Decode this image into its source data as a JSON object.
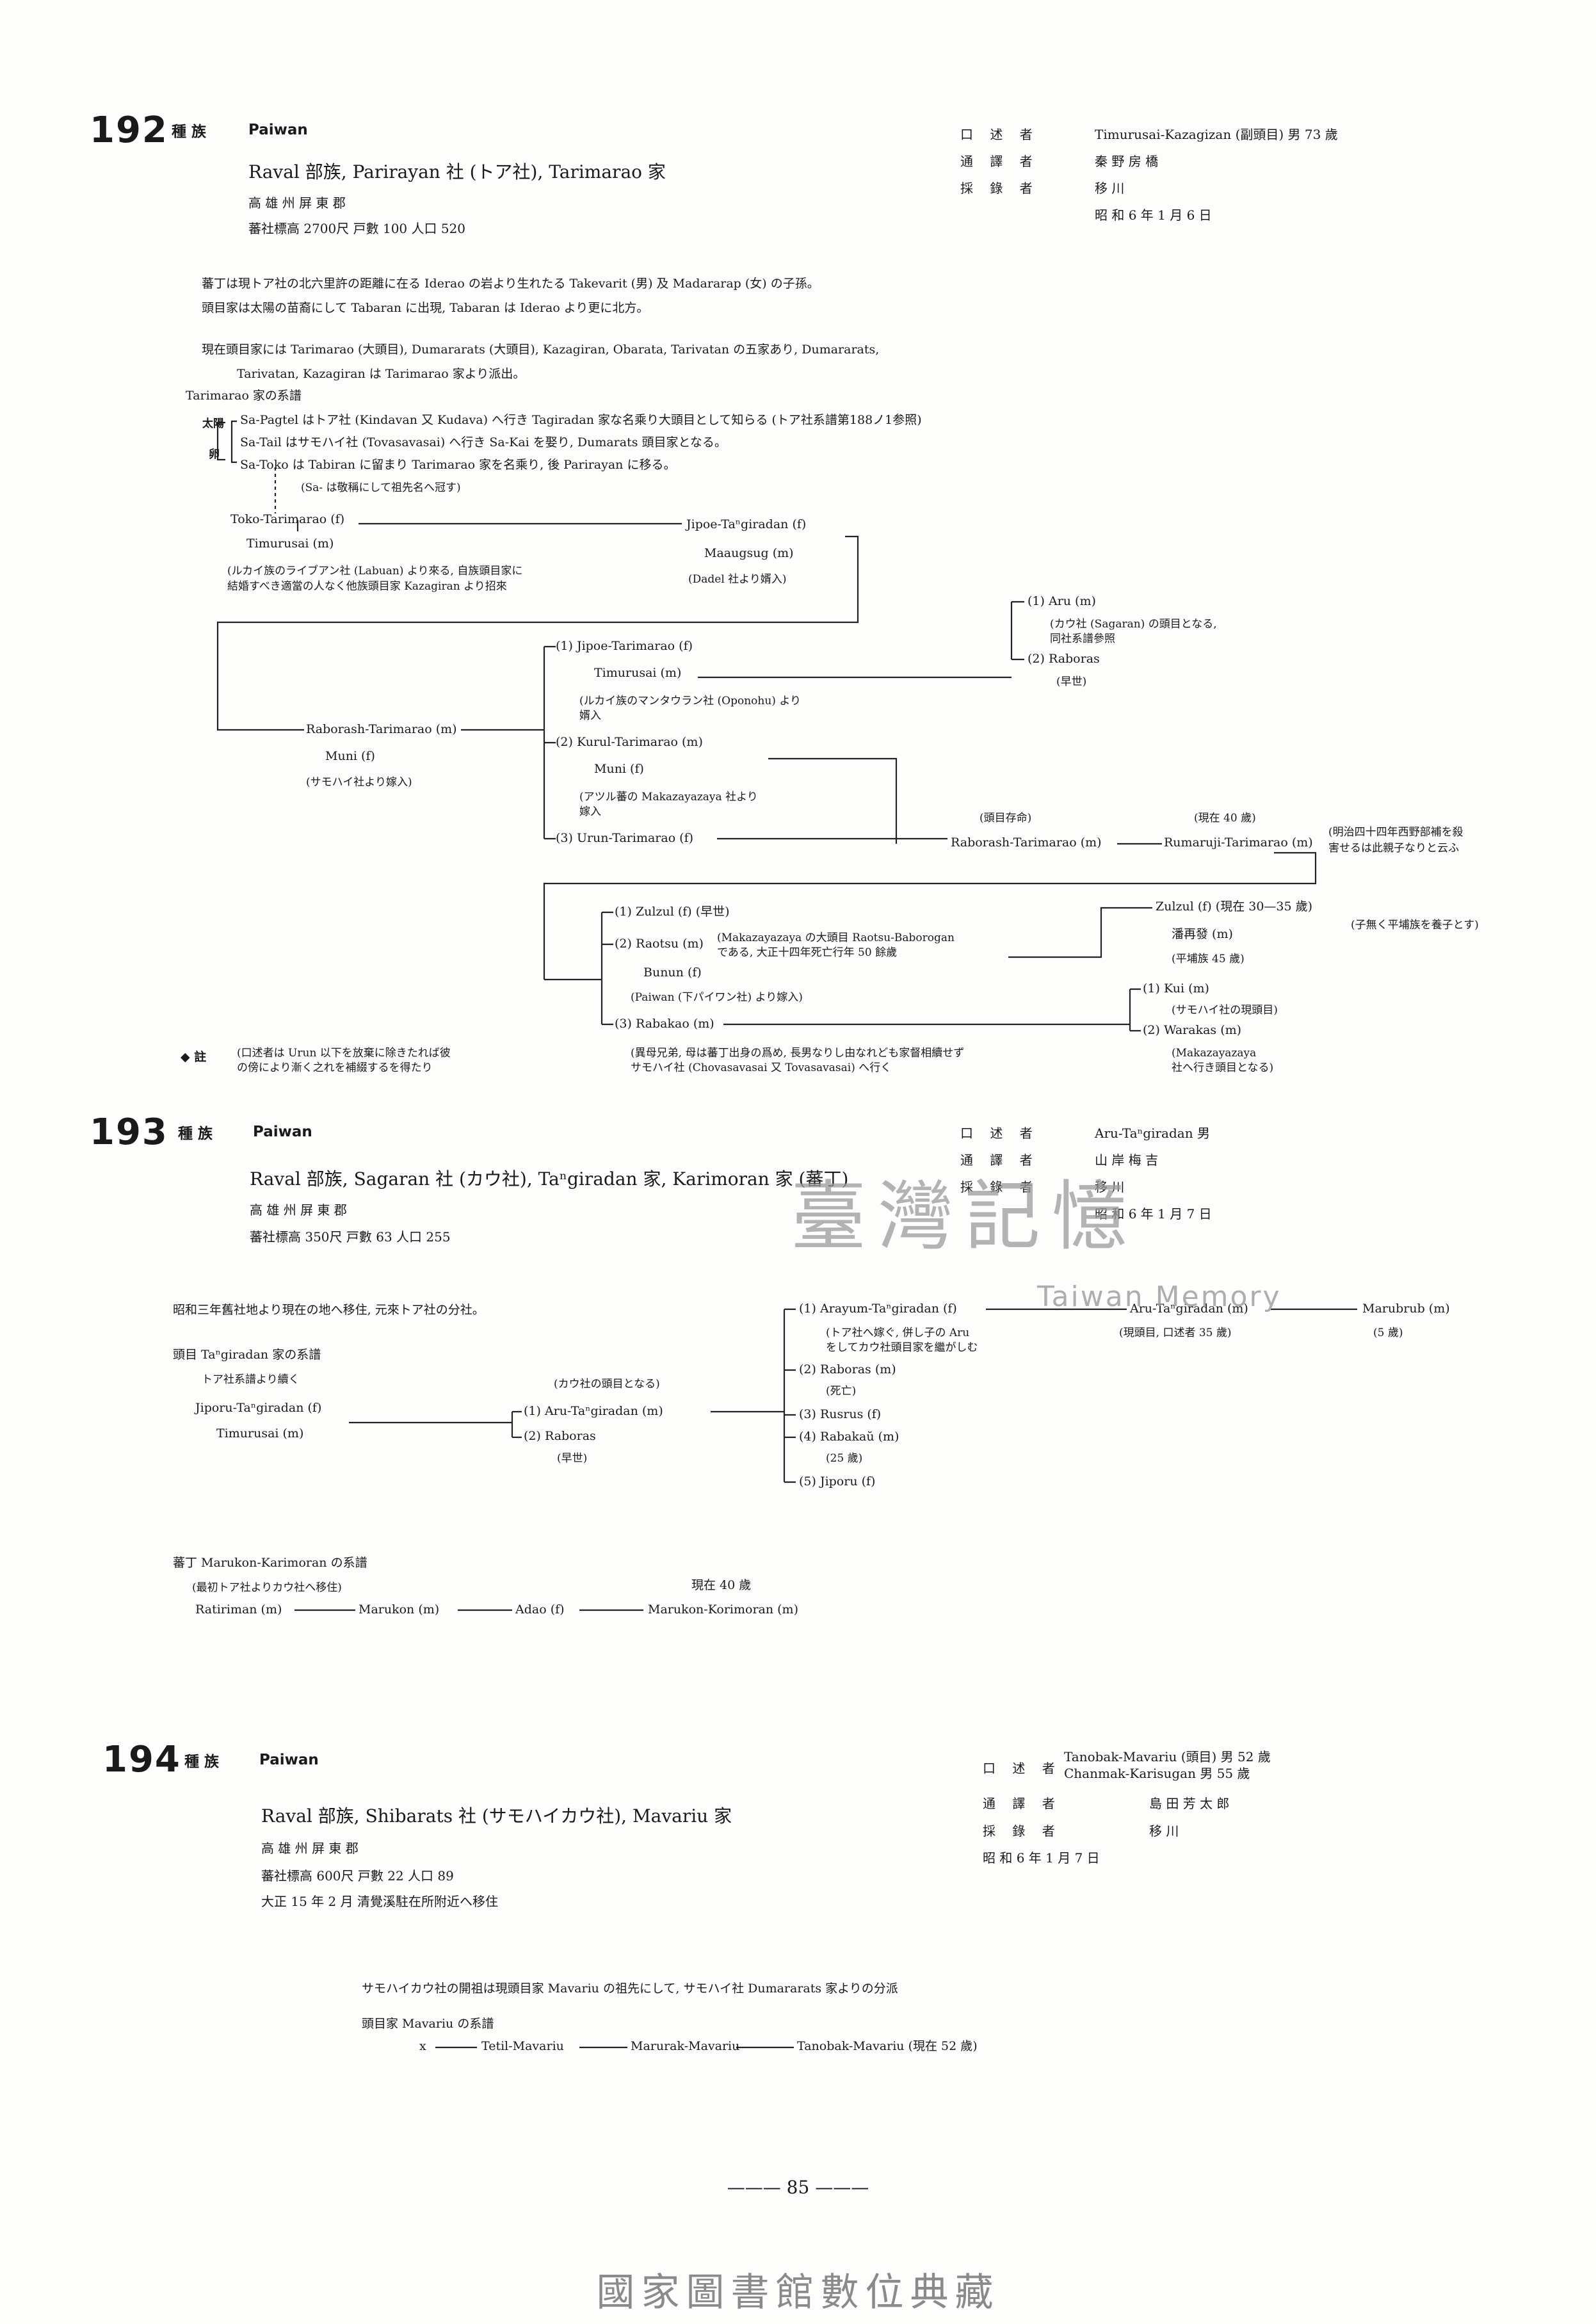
{
  "watermark": {
    "title": "臺灣記憶",
    "subtitle": "Taiwan Memory"
  },
  "footer": "國家圖書館數位典藏",
  "page_number": "85",
  "page_number_dash_left": "———",
  "page_number_dash_right": "———",
  "s192": {
    "number": "192",
    "tribe_label": "種 族",
    "tribe": "Paiwan",
    "title": "Raval 部族, Parirayan 社 (トア社), Tarimarao 家",
    "region": "高 雄 州 屏 東 郡",
    "stats": "蕃社標高 2700尺  戸數 100  人口 520",
    "meta": [
      {
        "k": "口 述 者",
        "v": "Timurusai-Kazagizan (副頭目)  男 73 歲"
      },
      {
        "k": "通 譯 者",
        "v": "秦  野  房  橋"
      },
      {
        "k": "採 錄 者",
        "v": "移        川"
      },
      {
        "k": "",
        "v": "昭 和 6 年 1 月 6 日"
      }
    ],
    "intro1": "蕃丁は現トア社の北六里許の距離に在る Iderao の岩より生れたる Takevarit (男) 及 Madararap (女) の子孫。",
    "intro2": "頭目家は太陽の苗裔にして Tabaran に出現, Tabaran は Iderao より更に北方。",
    "intro3": "現在頭目家には Tarimarao (大頭目), Dumararats (大頭目), Kazagiran, Obarata, Tarivatan の五家あり, Dumararats,",
    "intro4": "Tarivatan, Kazagiran は Tarimarao 家より派出。",
    "lineage_head": "Tarimarao 家の系譜",
    "sun_label": "太陽",
    "egg_label": "卵",
    "sa_pagtel": "Sa-Pagtel はトア社 (Kindavan 又 Kudava) へ行き Tagiradan 家な名乘り大頭目として知らる (トア社系譜第188ノ1参照)",
    "sa_tail": "Sa-Tail はサモハイ社 (Tovasavasai) へ行き Sa-Kai を娶り, Dumarats 頭目家となる。",
    "sa_toko": "Sa-Toko は Tabiran に留まり Tarimarao 家を名乘り, 後 Parirayan に移る。",
    "sa_note": "(Sa- は敬稱にして祖先名へ冠す)",
    "toko": "Toko-Tarimarao (f)",
    "timurusai1": "Timurusai (m)",
    "jipoe_tag": "Jipoe-Taⁿgiradan (f)",
    "maaugsug": "Maaugsug (m)",
    "dadel": "(Dadel 社より婿入)",
    "labuan1": "(ルカイ族のライブアン社 (Labuan) より來る, 自族頭目家に",
    "labuan2": "結婚すべき適當の人なく他族頭目家 Kazagiran より招來",
    "raborash": "Raborash-Tarimarao (m)",
    "muni1": "Muni (f)",
    "muni1_note": "(サモハイ社より嫁入)",
    "jipoe_tar": "(1) Jipoe-Tarimarao (f)",
    "timurusai2": "Timurusai (m)",
    "oponohu1": "(ルカイ族のマンタウラン社 (Oponohu) より",
    "oponohu2": "婿入",
    "kurul": "(2) Kurul-Tarimarao (m)",
    "muni2": "Muni (f)",
    "makaz1": "(アツル蕃の Makazayazaya 社より",
    "makaz2": "嫁入",
    "urun": "(3) Urun-Tarimarao (f)",
    "aru": "(1) Aru (m)",
    "aru_note1": "(カウ社 (Sagaran) の頭目となる,",
    "aru_note2": "同社系譜參照",
    "raboras1": "(2) Raboras",
    "raboras1_note": "(早世)",
    "chief_alive": "(頭目存命)",
    "raborash2": "Raborash-Tarimarao (m)",
    "now40": "(現在 40 歲)",
    "rumaruji": "Rumaruji-Tarimarao (m)",
    "meiji1": "(明治四十四年西野部補を殺",
    "meiji2": "害せるは此親子なりと云ふ",
    "zulzul1": "(1) Zulzul (f) (早世)",
    "raotsu": "(2) Raotsu (m)",
    "raotsu_note1": "(Makazayazaya の大頭目 Raotsu-Baborogan",
    "raotsu_note2": "である, 大正十四年死亡行年 50 餘歲",
    "bunun": "Bunun (f)",
    "paiwan_note": "(Paiwan (下パイワン社) より嫁入)",
    "rabakao": "(3) Rabakao (m)",
    "zulzul2": "Zulzul (f) (現在 30—35 歲)",
    "pingpu": "潘再發 (m)",
    "pingpu_note": "(平埔族 45 歲)",
    "adopt": "(子無く平埔族を養子とす)",
    "kui": "(1) Kui (m)",
    "kui_note": "(サモハイ社の現頭目)",
    "warakas": "(2) Warakas (m)",
    "makaz3": "(Makazayazaya",
    "makaz4": "社へ行き頭目となる)",
    "chovas1": "(異母兄弟, 母は蕃丁出身の爲め, 長男なりし由なれども家督相續せず",
    "chovas2": "サモハイ社 (Chovasavasai 又 Tovasavasai) へ行く",
    "star_note_label": "◆ 註",
    "star_note1": "(口述者は Urun 以下を放棄に除きたれば彼",
    "star_note2": "の傍により漸く之れを補綴するを得たり"
  },
  "s193": {
    "number": "193",
    "tribe_label": "種 族",
    "tribe": "Paiwan",
    "title": "Raval 部族, Sagaran 社 (カウ社), Taⁿgiradan 家, Karimoran 家 (蕃丁)",
    "region": "高 雄 州 屏 東 郡",
    "stats": "蕃社標高 350尺  戸數 63  人口 255",
    "meta": [
      {
        "k": "口 述 者",
        "v": "Aru-Taⁿgiradan  男"
      },
      {
        "k": "通 譯 者",
        "v": "山  岸  梅  吉"
      },
      {
        "k": "採 錄 者",
        "v": "移        川"
      },
      {
        "k": "",
        "v": "昭 和 6 年 1 月 7 日"
      }
    ],
    "intro1": "昭和三年舊社地より現在の地へ移住, 元來トア社の分社。",
    "lineage_head": "頭目 Taⁿgiradan 家の系譜",
    "cont": "トア社系譜より續く",
    "jiporu_tag": "Jiporu-Taⁿgiradan (f)",
    "timurusai": "Timurusai (m)",
    "kau_chief": "(カウ社の頭目となる)",
    "aru_tag": "(1) Aru-Taⁿgiradan (m)",
    "raboras": "(2) Raboras",
    "raboras_note": "(早世)",
    "arayum": "(1) Arayum-Taⁿgiradan (f)",
    "arayum_note1": "(トア社へ嫁ぐ, 併し子の Aru",
    "arayum_note2": "をしてカウ社頭目家を繼がしむ",
    "raboras2": "(2) Raboras (m)",
    "raboras2_note": "(死亡)",
    "rusrus": "(3) Rusrus (f)",
    "rabakau": "(4) Rabakaŭ (m)",
    "rabakau_note": "(25 歲)",
    "jiporu2": "(5) Jiporu (f)",
    "aru_m": "Aru-Taⁿgiradan (m)",
    "aru_m_note": "(現頭目, 口述者 35 歲)",
    "marubrub": "Marubrub (m)",
    "marubrub_note": "(5 歲)",
    "marukon_head": "蕃丁 Marukon-Karimoran の系譜",
    "marukon_note": "(最初トア社よりカウ社へ移住)",
    "now40": "現在 40 歲",
    "ratiriman": "Ratiriman (m)",
    "marukon": "Marukon (m)",
    "adao": "Adao (f)",
    "marukon_kor": "Marukon-Korimoran (m)"
  },
  "s194": {
    "number": "194",
    "tribe_label": "種 族",
    "tribe": "Paiwan",
    "title": "Raval 部族, Shibarats 社 (サモハイカウ社), Mavariu 家",
    "region": "高 雄 州 屏 東 郡",
    "stats": "蕃社標高 600尺  戸數 22  人口 89",
    "move": "大正 15 年 2 月  清覺溪駐在所附近へ移住",
    "meta_k0": "口 述 者",
    "meta_v0a": "Tanobak-Mavariu (頭目)  男 52 歲",
    "meta_v0b": "Chanmak-Karisugan      男 55 歲",
    "meta": [
      {
        "k": "通 譯 者",
        "v": "島  田  芳  太  郎"
      },
      {
        "k": "採 錄 者",
        "v": "移        川"
      },
      {
        "k": "",
        "v": "昭 和 6 年 1 月 7 日"
      }
    ],
    "intro1": "サモハイカウ社の開祖は現頭目家 Mavariu の祖先にして, サモハイ社 Dumararats 家よりの分派",
    "lineage_head": "頭目家 Mavariu の系譜",
    "x": "x",
    "tetil": "Tetil-Mavariu",
    "marurak": "Marurak-Mavariu",
    "tanobak": "Tanobak-Mavariu (現在 52 歲)"
  }
}
